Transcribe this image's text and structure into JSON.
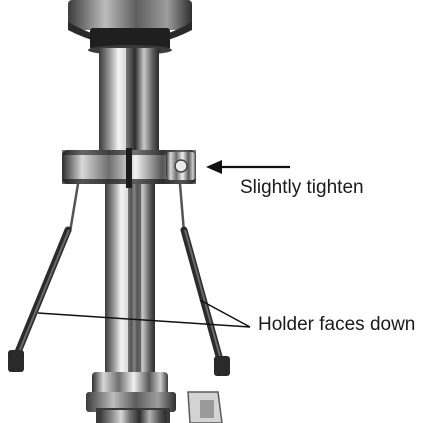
{
  "annotations": {
    "tighten_label": "Slightly tighten",
    "holder_label": "Holder faces down"
  },
  "colors": {
    "chrome_dark": "#2a2a2a",
    "chrome_mid": "#8a8a8a",
    "chrome_light": "#e6e6e6",
    "arrow": "#111111"
  },
  "icons": {
    "arrow": "left-arrow"
  }
}
